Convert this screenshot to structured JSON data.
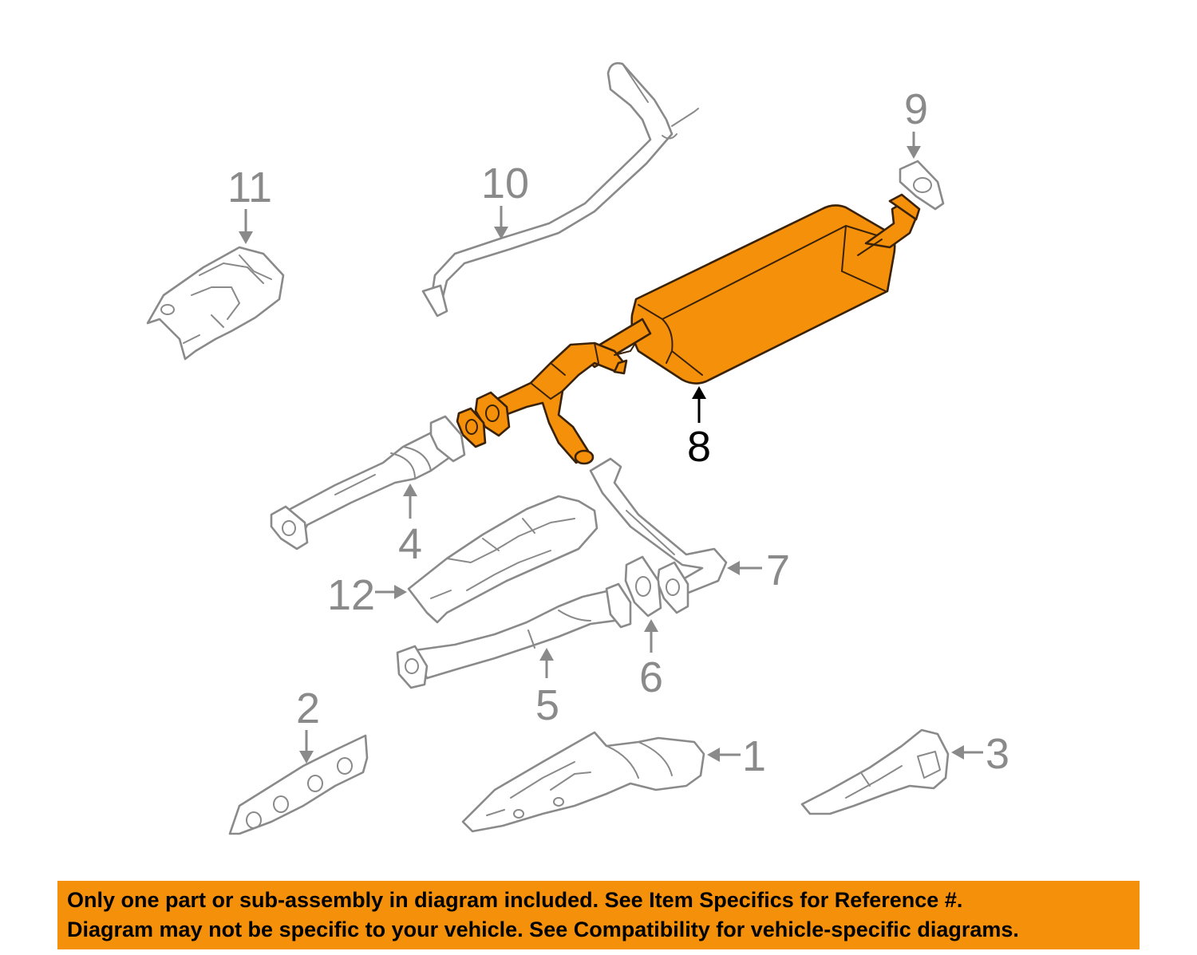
{
  "diagram": {
    "highlight_color": "#f5900a",
    "highlighted_part": "8",
    "labels": [
      {
        "id": "1",
        "text": "1"
      },
      {
        "id": "2",
        "text": "2"
      },
      {
        "id": "3",
        "text": "3"
      },
      {
        "id": "4",
        "text": "4"
      },
      {
        "id": "5",
        "text": "5"
      },
      {
        "id": "6",
        "text": "6"
      },
      {
        "id": "7",
        "text": "7"
      },
      {
        "id": "8",
        "text": "8"
      },
      {
        "id": "9",
        "text": "9"
      },
      {
        "id": "10",
        "text": "10"
      },
      {
        "id": "11",
        "text": "11"
      },
      {
        "id": "12",
        "text": "12"
      }
    ]
  },
  "banner": {
    "line1": "Only one part or sub-assembly in diagram included. See Item Specifics for Reference #.",
    "line2": "Diagram may not be specific to your vehicle. See Compatibility for vehicle-specific diagrams.",
    "background": "#f5900a"
  }
}
